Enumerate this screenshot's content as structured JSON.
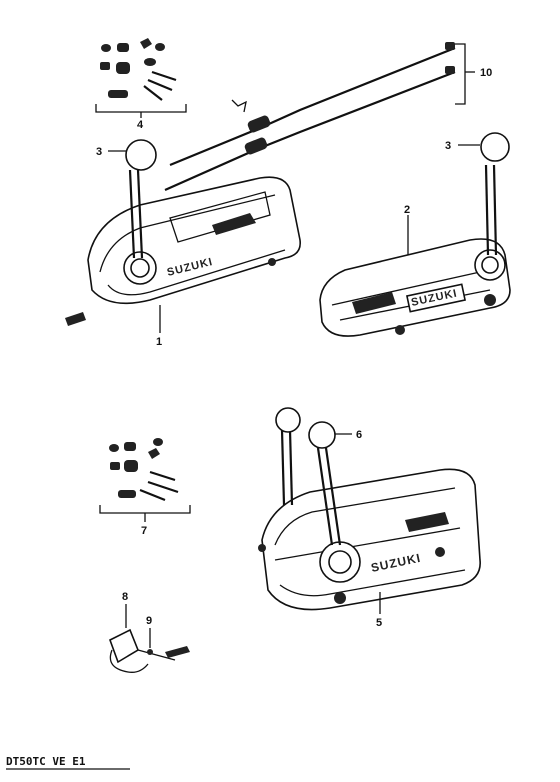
{
  "callouts": [
    {
      "id": "1",
      "label": "1"
    },
    {
      "id": "2",
      "label": "2"
    },
    {
      "id": "3a",
      "label": "3"
    },
    {
      "id": "3b",
      "label": "3"
    },
    {
      "id": "4",
      "label": "4"
    },
    {
      "id": "5",
      "label": "5"
    },
    {
      "id": "6",
      "label": "6"
    },
    {
      "id": "7",
      "label": "7"
    },
    {
      "id": "8",
      "label": "8"
    },
    {
      "id": "9",
      "label": "9"
    },
    {
      "id": "10",
      "label": "10"
    }
  ],
  "caption": "DT50TC VE E1",
  "brand": "SUZUKI"
}
